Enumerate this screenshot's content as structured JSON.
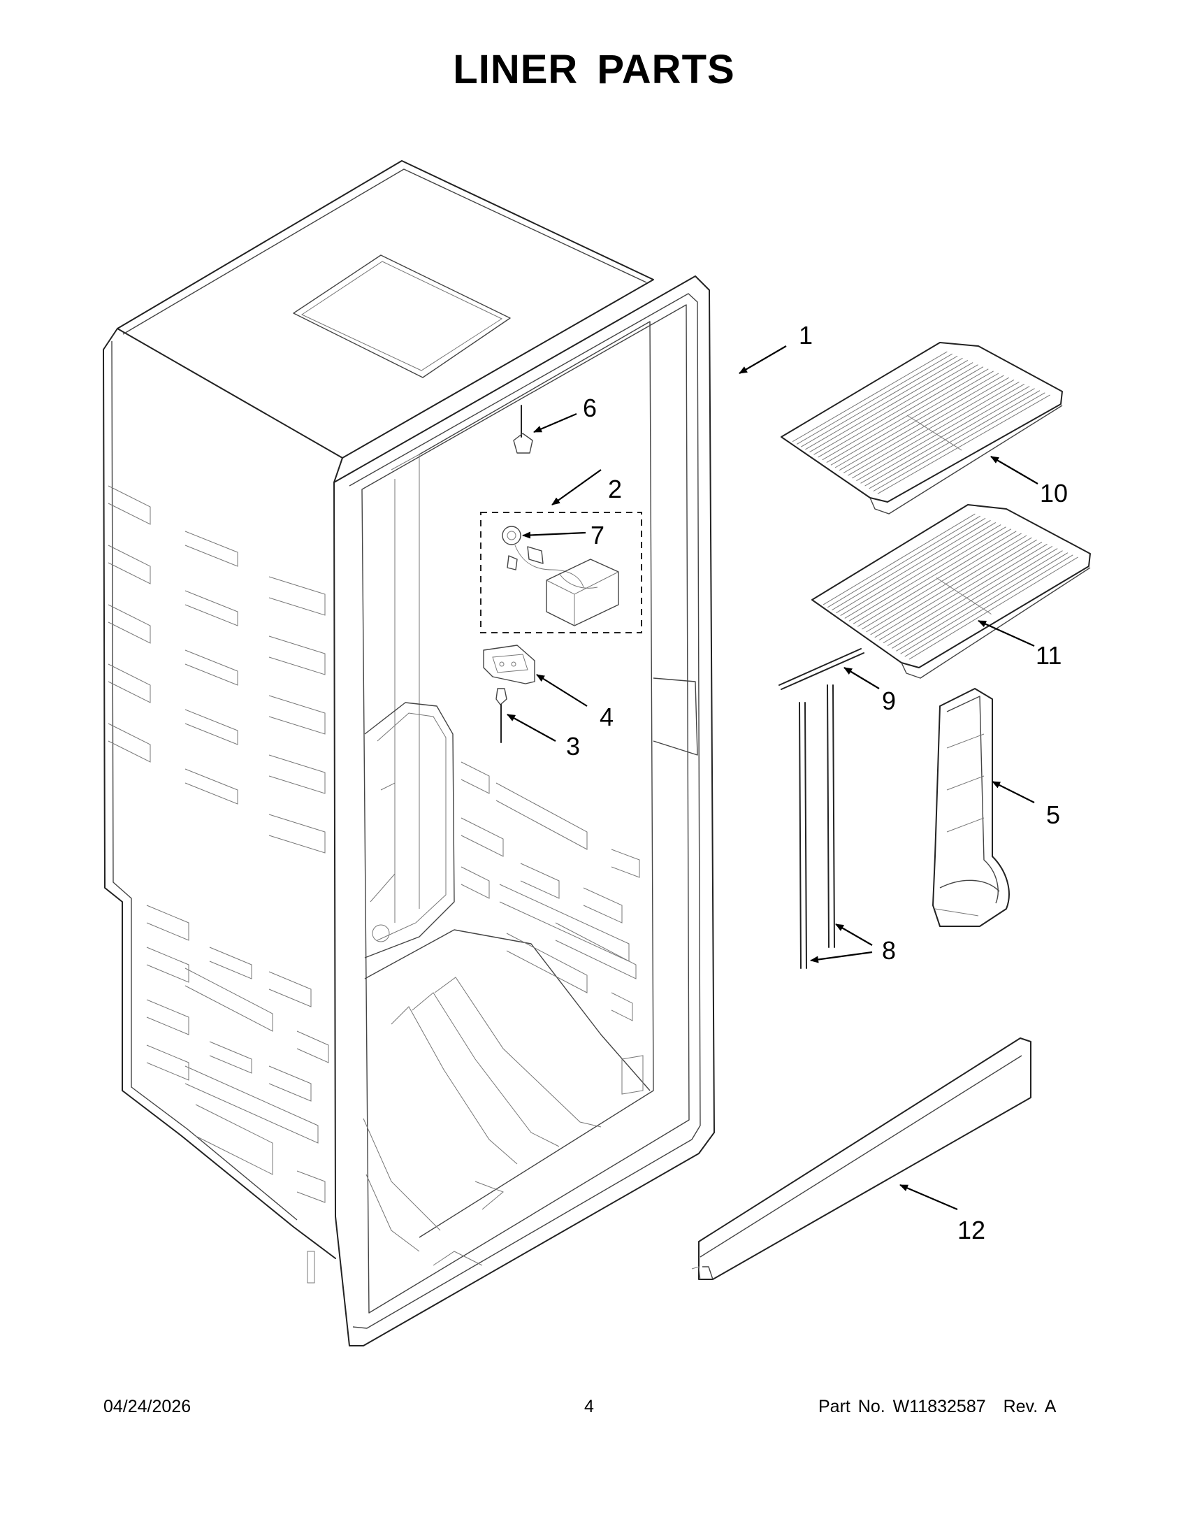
{
  "title": "LINER PARTS",
  "footer": {
    "date": "04/24/2026",
    "page": "4",
    "part_label": "Part No.",
    "part_number": "W11832587",
    "rev_label": "Rev.",
    "rev": "A"
  },
  "callouts": [
    {
      "id": "c1",
      "label": "1"
    },
    {
      "id": "c2",
      "label": "2"
    },
    {
      "id": "c3",
      "label": "3"
    },
    {
      "id": "c4",
      "label": "4"
    },
    {
      "id": "c5",
      "label": "5"
    },
    {
      "id": "c6",
      "label": "6"
    },
    {
      "id": "c7",
      "label": "7"
    },
    {
      "id": "c8",
      "label": "8"
    },
    {
      "id": "c9",
      "label": "9"
    },
    {
      "id": "c10",
      "label": "10"
    },
    {
      "id": "c11",
      "label": "11"
    },
    {
      "id": "c12",
      "label": "12"
    }
  ]
}
